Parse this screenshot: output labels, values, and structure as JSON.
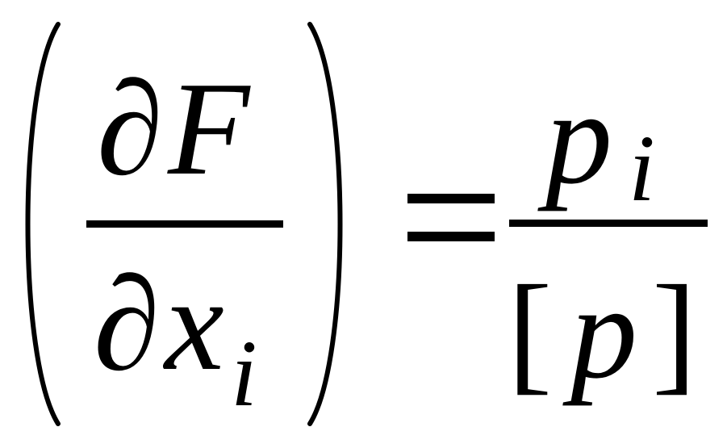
{
  "formula": {
    "lhs": {
      "numerator": {
        "partial": "∂",
        "variable": "F"
      },
      "denominator": {
        "partial": "∂",
        "variable": "x",
        "subscript": "i"
      }
    },
    "relation": "=",
    "rhs": {
      "numerator": {
        "variable": "p",
        "subscript": "i"
      },
      "denominator": {
        "open_bracket": "[",
        "variable": "p",
        "close_bracket": "]"
      }
    },
    "colors": {
      "ink": "#000000",
      "background": "#ffffff"
    }
  }
}
